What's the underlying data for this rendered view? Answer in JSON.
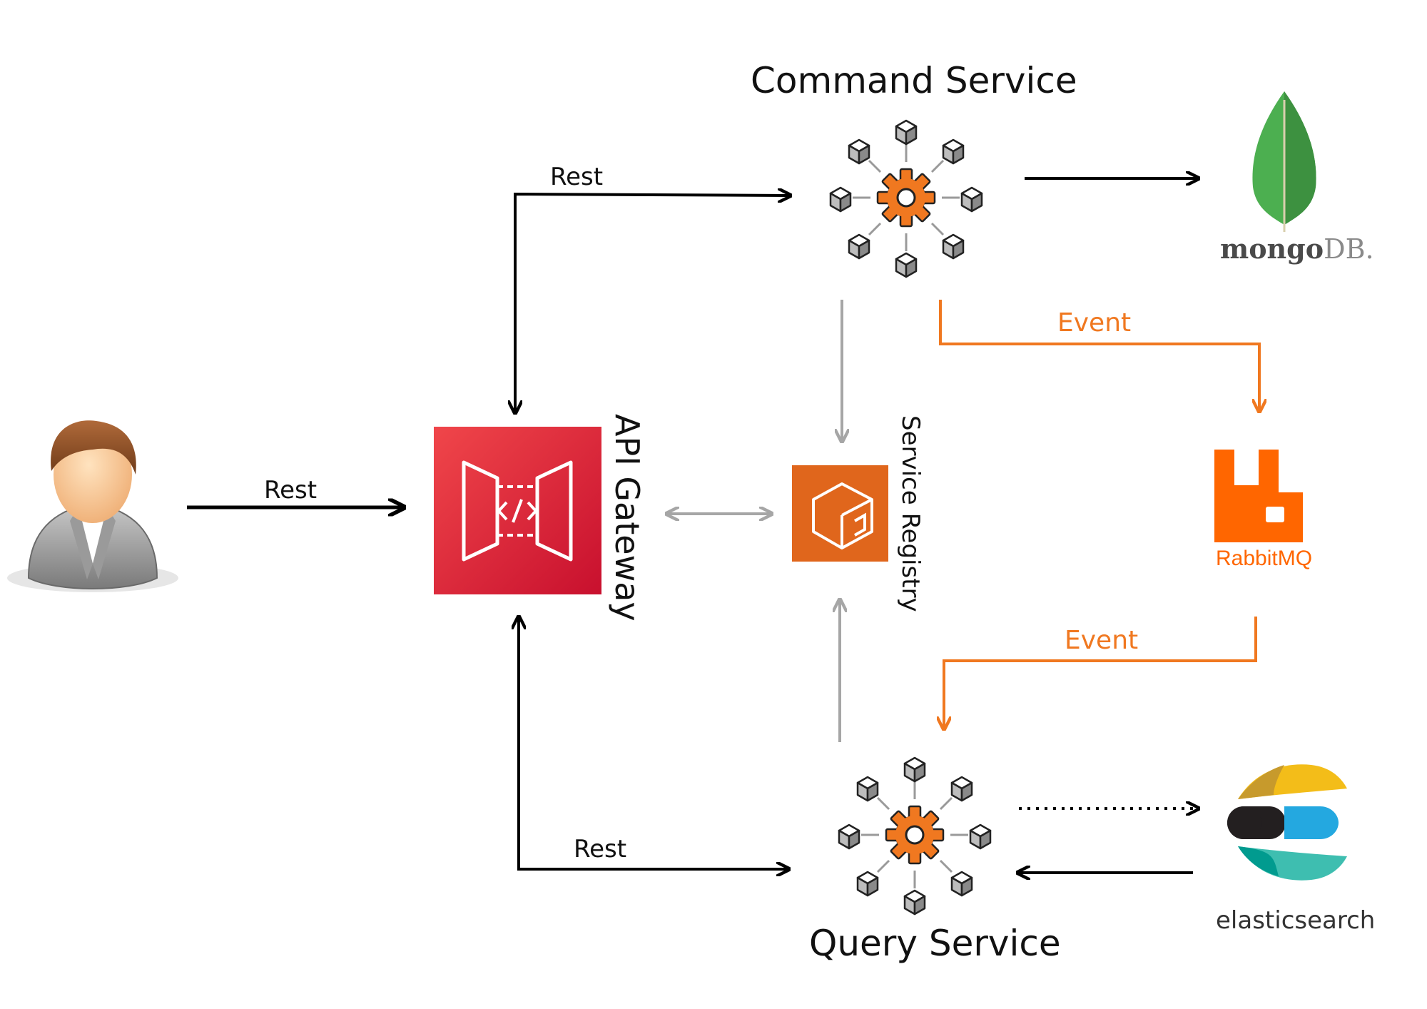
{
  "nodes": {
    "user": {
      "name": "user"
    },
    "api_gateway": {
      "label": "API Gateway",
      "color": "#d81e2d"
    },
    "service_registry": {
      "label": "Service Registry",
      "color": "#e0661c"
    },
    "command_service": {
      "label": "Command Service"
    },
    "query_service": {
      "label": "Query Service"
    },
    "mongodb": {
      "label_main": "mongo",
      "label_suffix": "DB.",
      "leaf_color": "#4caf50"
    },
    "rabbitmq": {
      "label_main": "Rabbit",
      "label_suffix": "MQ",
      "color": "#ff6600"
    },
    "elasticsearch": {
      "label": "elasticsearch"
    }
  },
  "edges": {
    "user_to_gateway": "Rest",
    "gateway_to_command": "Rest",
    "gateway_to_query": "Rest",
    "command_to_rabbit": "Event",
    "rabbit_to_query": "Event"
  },
  "colors": {
    "arrow_black": "#000000",
    "arrow_gray": "#a6a6a6",
    "arrow_orange": "#f07820",
    "gear": "#f07820"
  }
}
